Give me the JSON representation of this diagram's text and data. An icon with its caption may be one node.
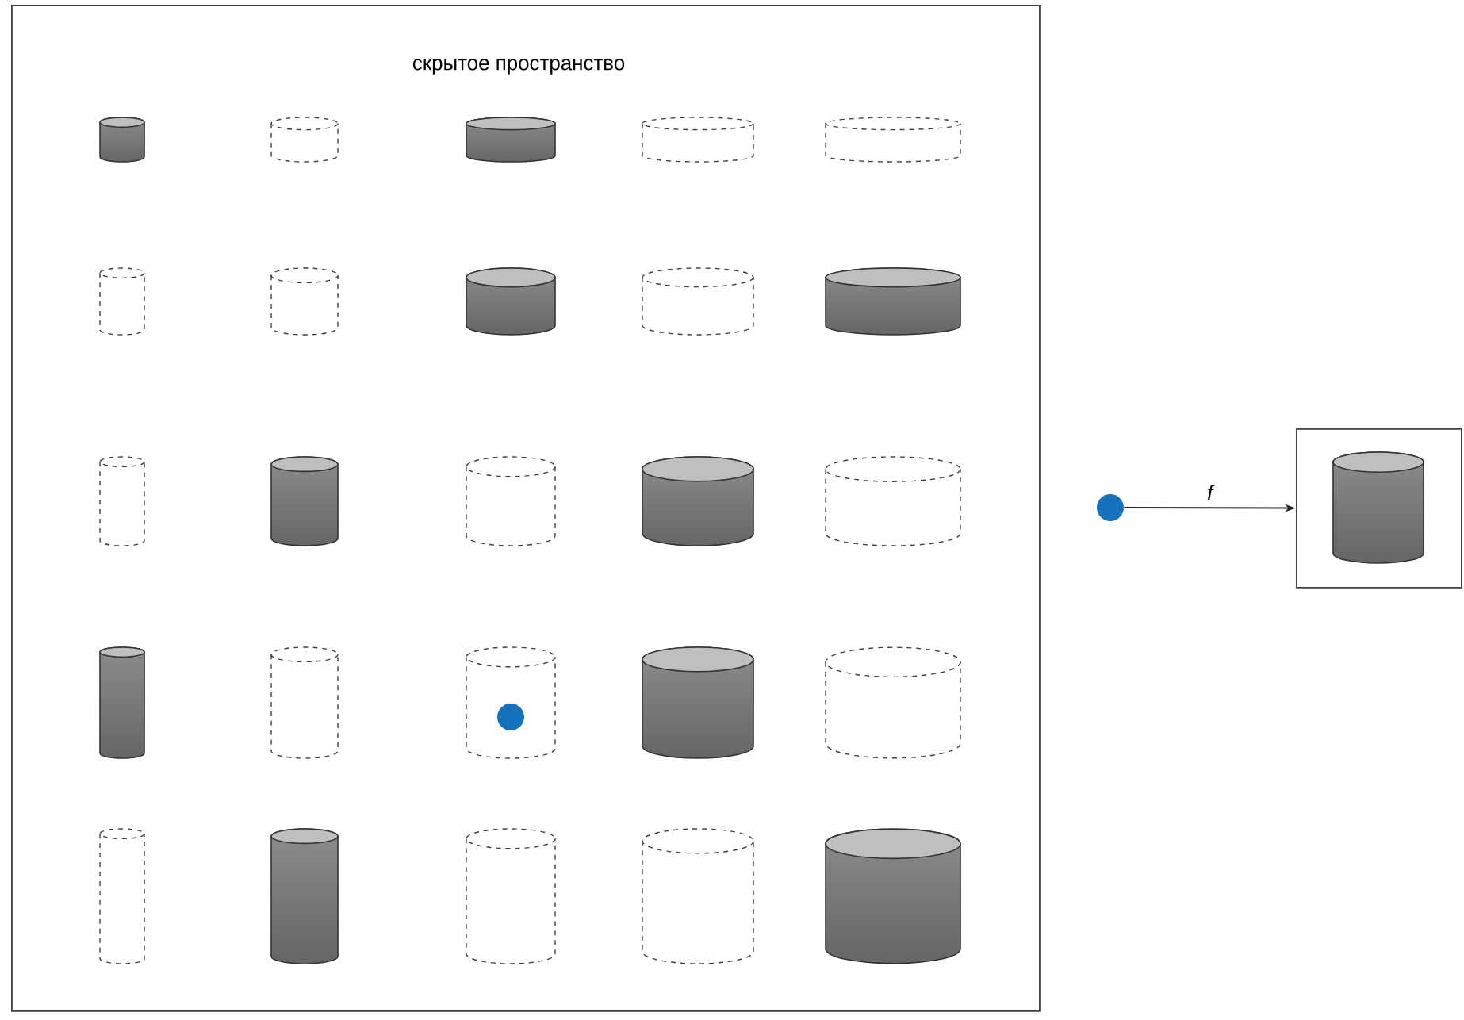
{
  "diagram": {
    "nodes": [
      {
        "text": [
          "скрытое пространство"
        ]
      },
      {
        "text": [],
        "shape": "circle"
      },
      {
        "text": [],
        "shape": "box"
      },
      {
        "text": [],
        "shape": "cylinder",
        "in": 2
      }
    ],
    "edges": [
      {
        "from": 1,
        "to": 2,
        "arrow": "to",
        "label": "f"
      }
    ]
  }
}
